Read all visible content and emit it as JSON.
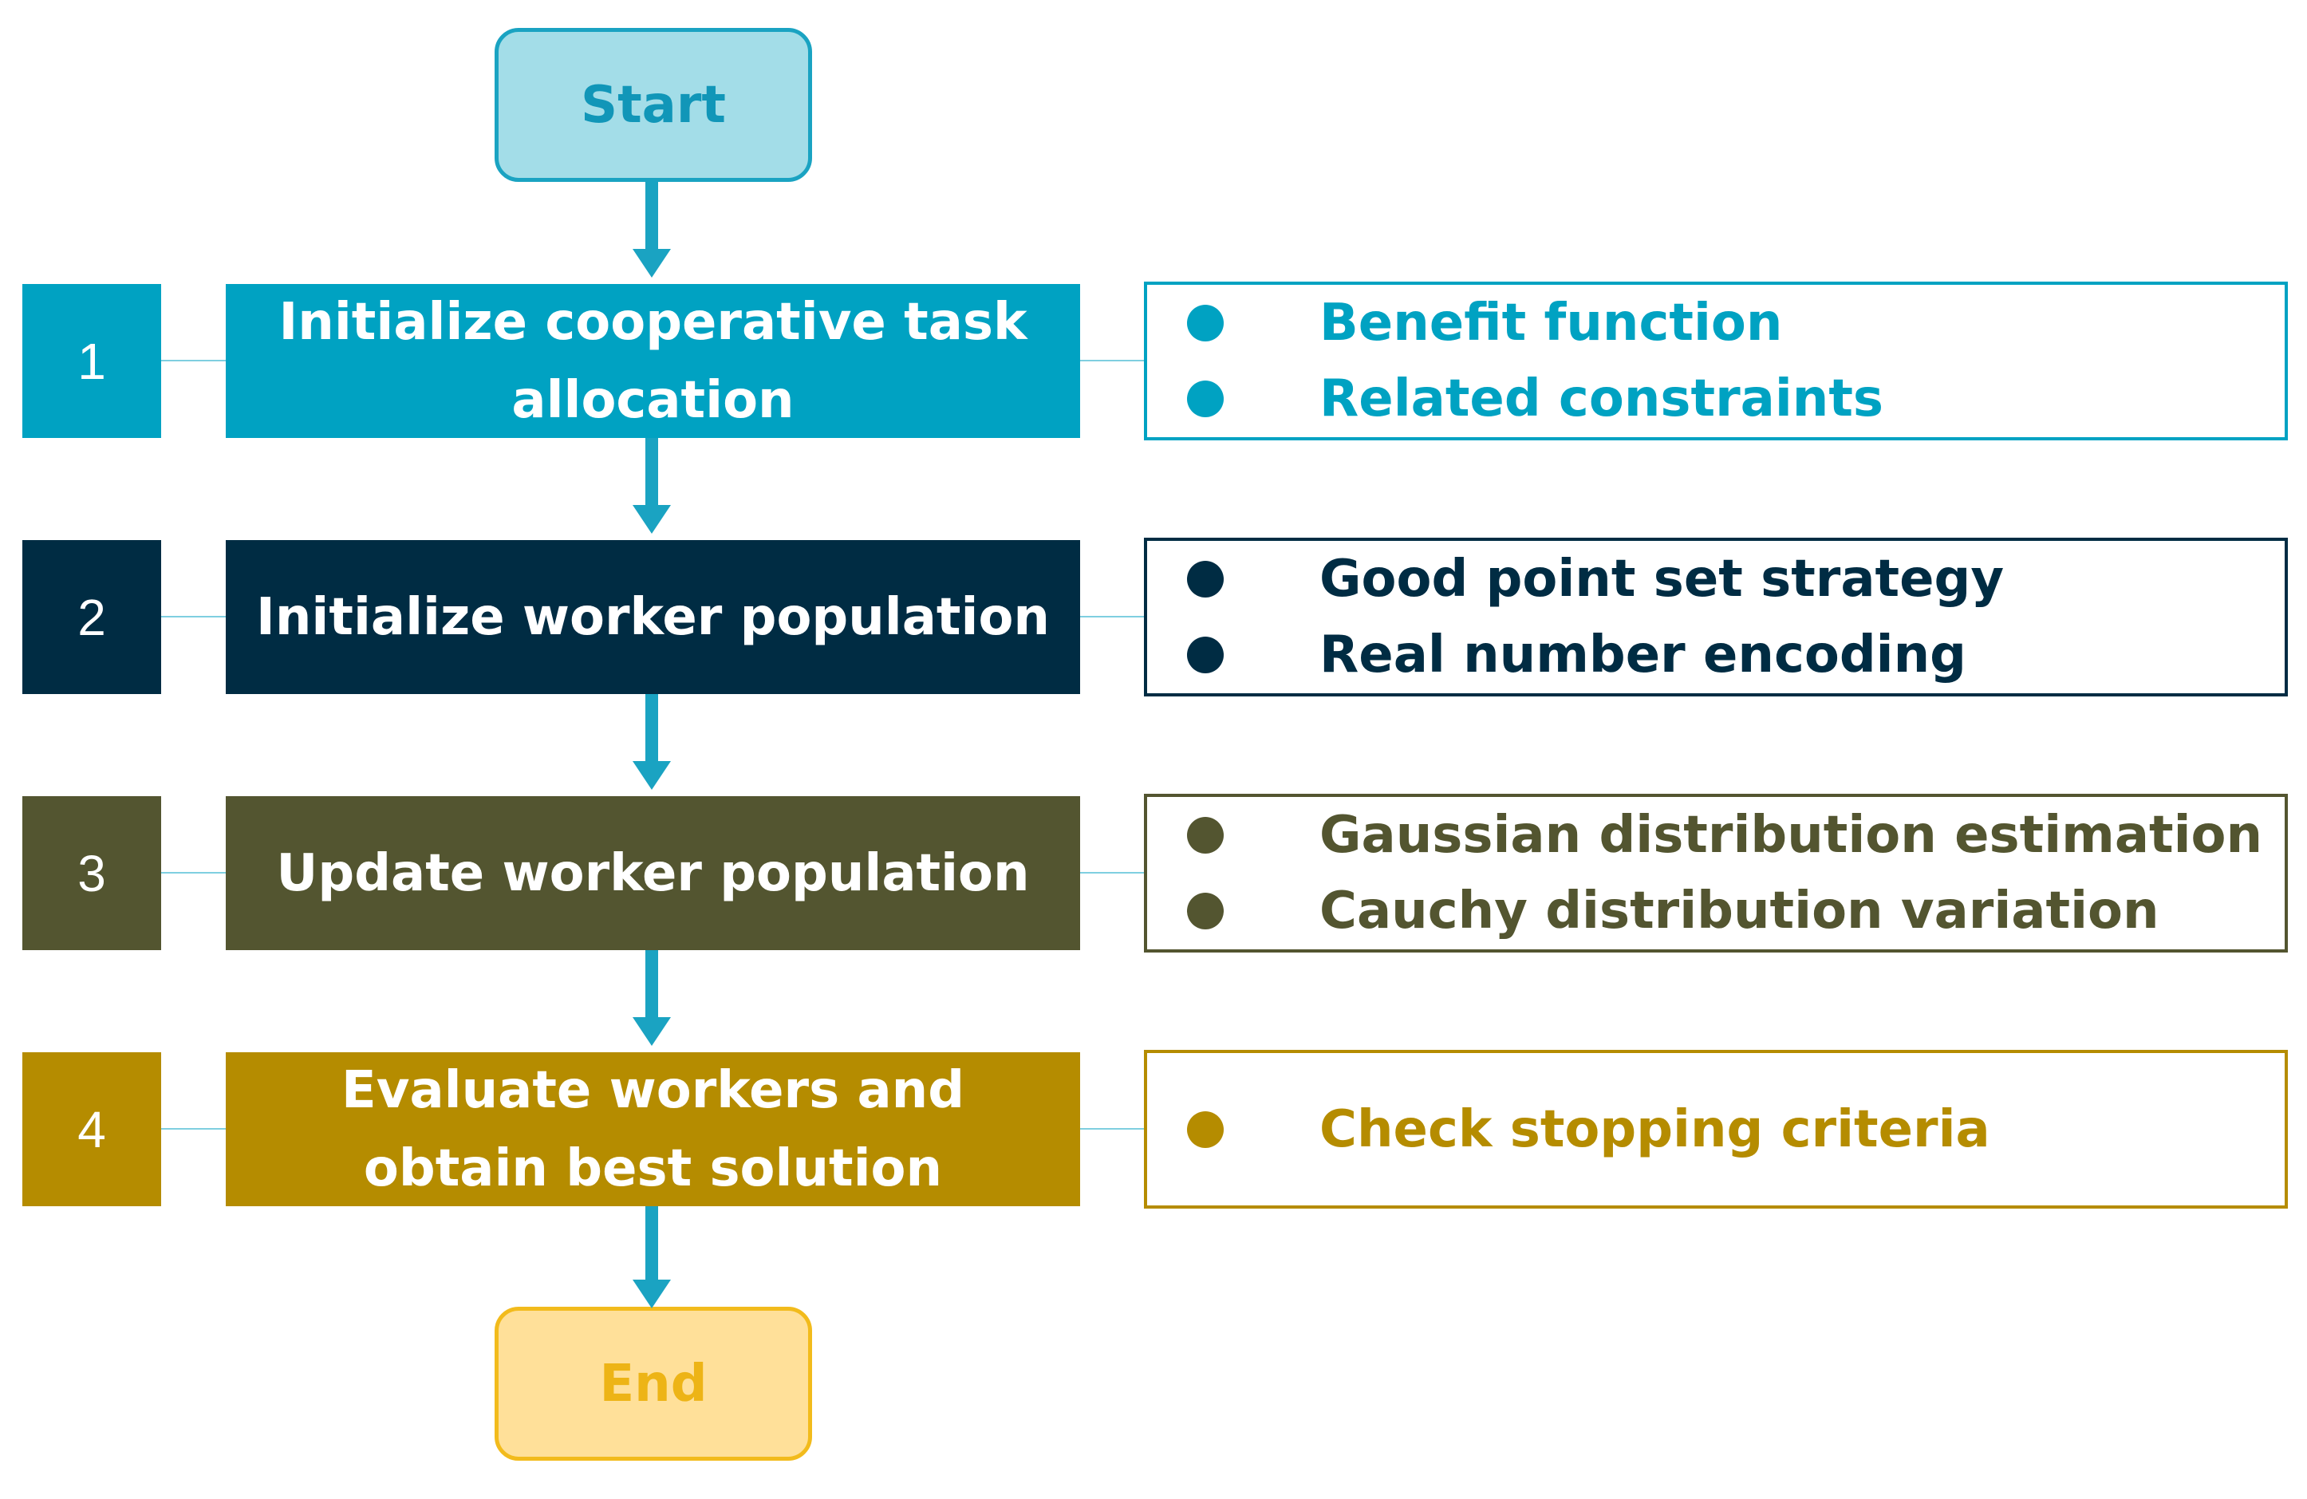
{
  "start": {
    "label": "Start"
  },
  "end": {
    "label": "End"
  },
  "colors": {
    "step1": "#00a2c2",
    "step2": "#002c43",
    "step3": "#535530",
    "step4": "#b58c00",
    "arrow": "#1aa3c2"
  },
  "steps": [
    {
      "number": "1",
      "label": "Initialize cooperative task allocation",
      "bullets": [
        "Benefit function",
        "Related constraints"
      ]
    },
    {
      "number": "2",
      "label": "Initialize worker population",
      "bullets": [
        "Good point set strategy",
        "Real number encoding"
      ]
    },
    {
      "number": "3",
      "label": "Update worker population",
      "bullets": [
        "Gaussian distribution estimation",
        "Cauchy distribution variation"
      ]
    },
    {
      "number": "4",
      "label": "Evaluate workers and obtain best solution",
      "bullets": [
        "Check stopping criteria"
      ]
    }
  ]
}
